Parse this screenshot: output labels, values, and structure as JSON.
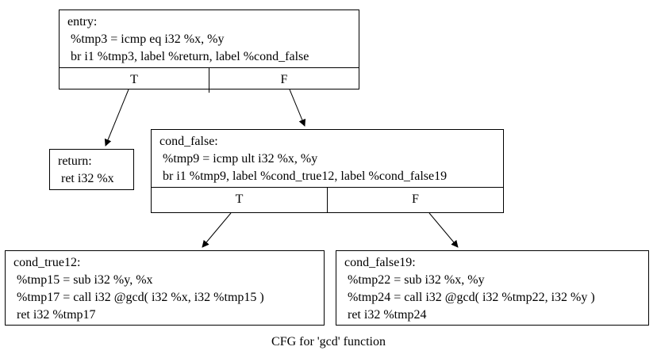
{
  "diagram": {
    "caption": "CFG for 'gcd' function",
    "colors": {
      "background": "#ffffff",
      "border": "#000000",
      "text": "#000000"
    }
  },
  "nodes": {
    "entry": {
      "lines": [
        "entry:",
        " %tmp3 = icmp eq i32 %x, %y",
        " br i1 %tmp3, label %return, label %cond_false"
      ],
      "branches": {
        "true": "T",
        "false": "F"
      }
    },
    "return": {
      "lines": [
        "return:",
        " ret i32 %x"
      ]
    },
    "cond_false": {
      "lines": [
        "cond_false:",
        " %tmp9 = icmp ult i32 %x, %y",
        " br i1 %tmp9, label %cond_true12, label %cond_false19"
      ],
      "branches": {
        "true": "T",
        "false": "F"
      }
    },
    "cond_true12": {
      "lines": [
        "cond_true12:",
        " %tmp15 = sub i32 %y, %x",
        " %tmp17 = call i32 @gcd( i32 %x, i32 %tmp15 )",
        " ret i32 %tmp17"
      ]
    },
    "cond_false19": {
      "lines": [
        "cond_false19:",
        " %tmp22 = sub i32 %x, %y",
        " %tmp24 = call i32 @gcd( i32 %tmp22, i32 %y )",
        " ret i32 %tmp24"
      ]
    }
  },
  "edges": [
    {
      "from": "entry",
      "branch": "T",
      "to": "return"
    },
    {
      "from": "entry",
      "branch": "F",
      "to": "cond_false"
    },
    {
      "from": "cond_false",
      "branch": "T",
      "to": "cond_true12"
    },
    {
      "from": "cond_false",
      "branch": "F",
      "to": "cond_false19"
    }
  ]
}
